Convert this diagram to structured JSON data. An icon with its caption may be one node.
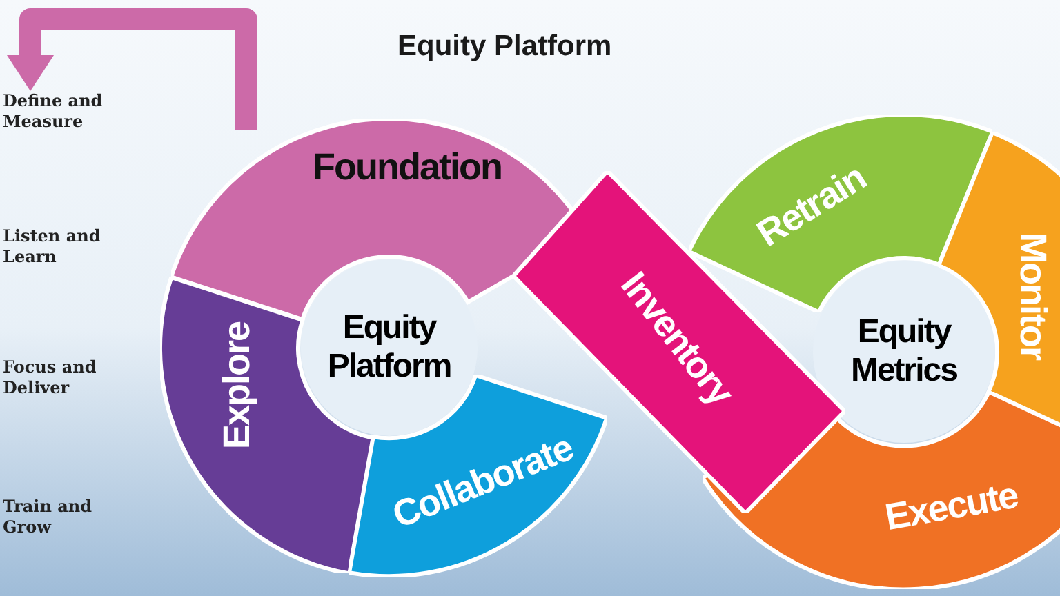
{
  "diagram": {
    "title": "Equity Platform",
    "nodes": [
      {
        "text": [
          "Define and Measure"
        ]
      },
      {
        "text": [
          "Listen and Learn"
        ]
      },
      {
        "text": [
          "Focus and Deliver"
        ]
      },
      {
        "text": [
          "Train and Grow"
        ]
      },
      {
        "text": [
          "Foundation"
        ]
      },
      {
        "text": [
          "Explore"
        ]
      },
      {
        "text": [
          "Equity Platform"
        ]
      },
      {
        "text": [
          "Collaborate"
        ]
      },
      {
        "text": [
          "Retrain"
        ]
      },
      {
        "text": [
          "Monitor"
        ]
      },
      {
        "text": [
          "Equity Metrics"
        ]
      },
      {
        "text": [
          "Execute"
        ]
      },
      {
        "text": [
          "Inventory"
        ]
      }
    ],
    "edges": [
      {
        "from": 4,
        "to": 0,
        "arrow": "to"
      }
    ]
  }
}
